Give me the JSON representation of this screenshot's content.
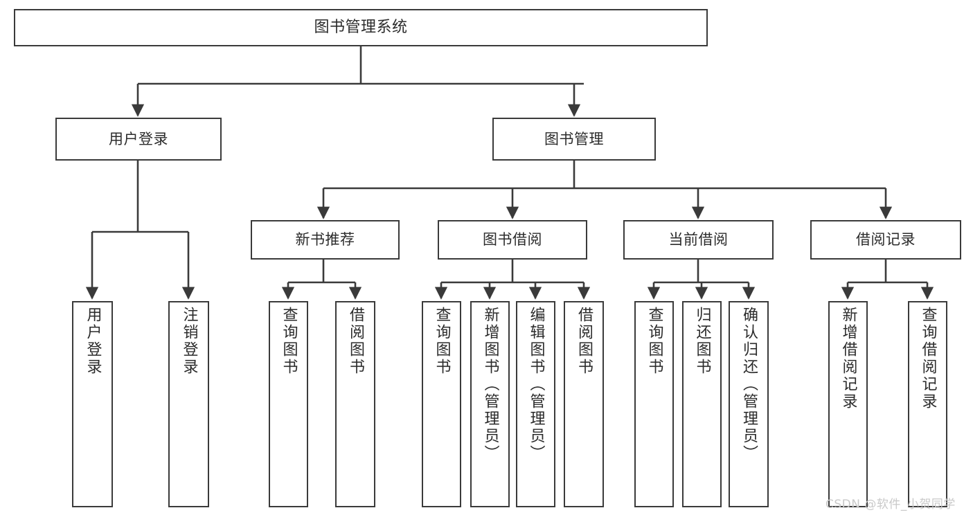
{
  "diagram": {
    "type": "tree-hierarchy",
    "title": "图书管理系统",
    "watermark": "CSDN @软件_小贺同学",
    "colors": {
      "box_border": "#3a3a3a",
      "box_fill": "#ffffff",
      "connector": "#3a3a3a",
      "text": "#2b2b2b",
      "watermark": "#c9c9c9",
      "background": "#ffffff"
    },
    "levels": {
      "root": "图书管理系统",
      "level2": [
        "用户登录",
        "图书管理"
      ],
      "level3": [
        "新书推荐",
        "图书借阅",
        "当前借阅",
        "借阅记录"
      ]
    },
    "nodes": {
      "root": {
        "label": "图书管理系统"
      },
      "user_login": {
        "label": "用户登录"
      },
      "book_manage": {
        "label": "图书管理"
      },
      "new_book_rec": {
        "label": "新书推荐"
      },
      "book_borrow": {
        "label": "图书借阅"
      },
      "current_borrow": {
        "label": "当前借阅"
      },
      "borrow_record": {
        "label": "借阅记录"
      },
      "leaf_user_login": {
        "label": "用户登录"
      },
      "leaf_user_logout": {
        "label": "注销登录"
      },
      "leaf_rec_query": {
        "label": "查询图书"
      },
      "leaf_rec_borrow": {
        "label": "借阅图书"
      },
      "leaf_borrow_query": {
        "label": "查询图书"
      },
      "leaf_borrow_add": {
        "label": "新增图书（管理员）"
      },
      "leaf_borrow_edit": {
        "label": "编辑图书（管理员）"
      },
      "leaf_borrow_borrow": {
        "label": "借阅图书"
      },
      "leaf_cur_query": {
        "label": "查询图书"
      },
      "leaf_cur_return": {
        "label": "归还图书"
      },
      "leaf_cur_confirm": {
        "label": "确认归还（管理员）"
      },
      "leaf_rec_add": {
        "label": "新增借阅记录"
      },
      "leaf_rec_search": {
        "label": "查询借阅记录"
      }
    },
    "edges": [
      {
        "from": "root",
        "to": "user_login"
      },
      {
        "from": "root",
        "to": "book_manage"
      },
      {
        "from": "user_login",
        "to": "leaf_user_login"
      },
      {
        "from": "user_login",
        "to": "leaf_user_logout"
      },
      {
        "from": "book_manage",
        "to": "new_book_rec"
      },
      {
        "from": "book_manage",
        "to": "book_borrow"
      },
      {
        "from": "book_manage",
        "to": "current_borrow"
      },
      {
        "from": "book_manage",
        "to": "borrow_record"
      },
      {
        "from": "new_book_rec",
        "to": "leaf_rec_query"
      },
      {
        "from": "new_book_rec",
        "to": "leaf_rec_borrow"
      },
      {
        "from": "book_borrow",
        "to": "leaf_borrow_query"
      },
      {
        "from": "book_borrow",
        "to": "leaf_borrow_add"
      },
      {
        "from": "book_borrow",
        "to": "leaf_borrow_edit"
      },
      {
        "from": "book_borrow",
        "to": "leaf_borrow_borrow"
      },
      {
        "from": "current_borrow",
        "to": "leaf_cur_query"
      },
      {
        "from": "current_borrow",
        "to": "leaf_cur_return"
      },
      {
        "from": "current_borrow",
        "to": "leaf_cur_confirm"
      },
      {
        "from": "borrow_record",
        "to": "leaf_rec_add"
      },
      {
        "from": "borrow_record",
        "to": "leaf_rec_search"
      }
    ]
  }
}
